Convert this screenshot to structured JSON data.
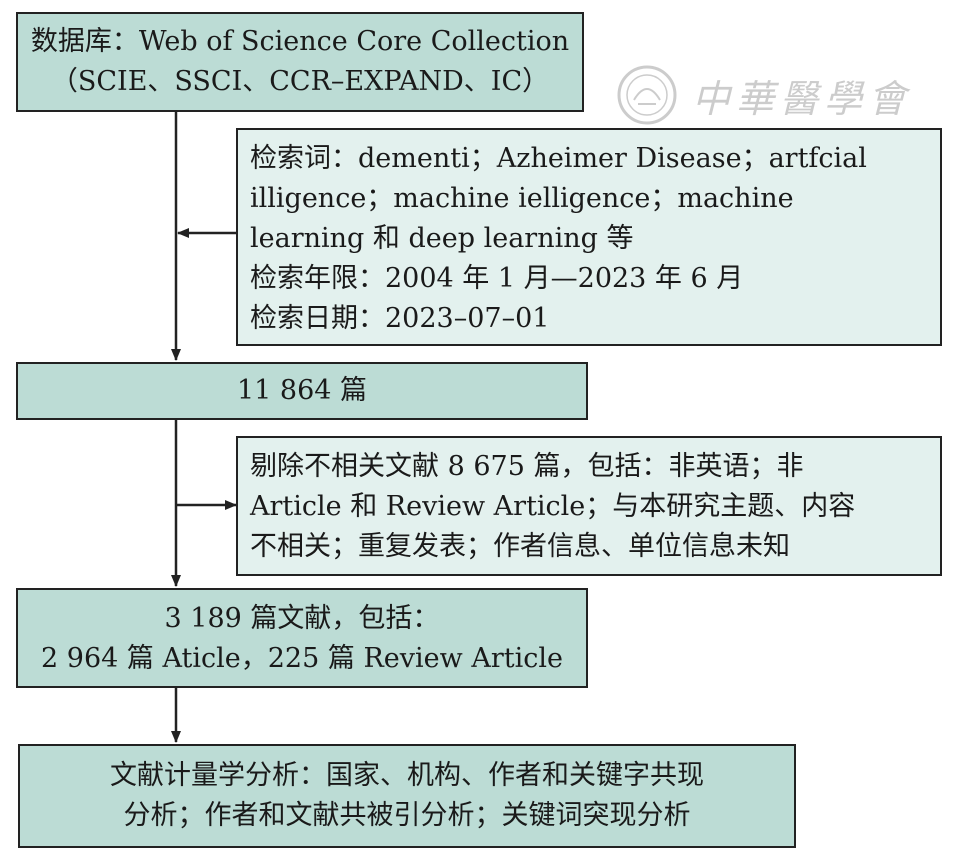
{
  "boxes": {
    "database": {
      "lines": [
        "数据库：Web of Science Core Collection",
        "（SCIE、SSCI、CCR–EXPAND、IC）"
      ]
    },
    "search_terms": {
      "lines": [
        "检索词：dementi；Azheimer Disease；artfcial",
        "illigence；machine ielligence；machine",
        "learning 和 deep learning 等",
        "检索年限：2004 年 1 月—2023 年 6 月",
        "检索日期：2023–07–01"
      ]
    },
    "total": {
      "lines": [
        "11 864 篇"
      ]
    },
    "excluded": {
      "lines": [
        "剔除不相关文献 8 675 篇，包括：非英语；非",
        "Article 和 Review Article；与本研究主题、内容",
        "不相关；重复发表；作者信息、单位信息未知"
      ]
    },
    "included": {
      "lines": [
        "3 189 篇文献，包括：",
        "2 964 篇 Aticle，225 篇 Review Article"
      ]
    },
    "analysis": {
      "lines": [
        "文献计量学分析：国家、机构、作者和关键字共现",
        "分析；作者和文献共被引分析；关键词突现分析"
      ]
    }
  },
  "watermark": {
    "text": "中華醫學會"
  },
  "colors": {
    "main_box": "#bcdcd5",
    "side_box": "#e3f1ee",
    "line": "#222222"
  }
}
